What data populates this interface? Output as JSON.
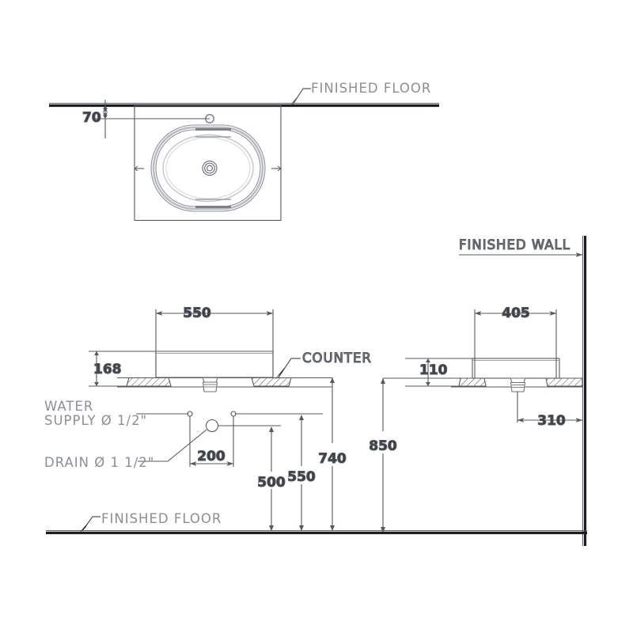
{
  "drawing": {
    "title": "Counter-top basin installation drawing",
    "units": "mm",
    "line_color": "#55595f",
    "heavy_color": "#1b1d20",
    "text_color": "#3a3f46",
    "note_color": "#8a8f96"
  },
  "notes": {
    "finished_floor_top": "FINISHED FLOOR",
    "finished_floor_bottom": "FINISHED FLOOR",
    "finished_wall": "FINISHED  WALL",
    "counter": "COUNTER",
    "water_supply_line1": "WATER",
    "water_supply_line2": "SUPPLY Ø 1/2\"",
    "drain": "DRAIN Ø 1 1/2\""
  },
  "dimensions": {
    "plan_faucet_offset": "70",
    "front_basin_width": "550",
    "front_basin_height": "168",
    "side_basin_width": "405",
    "side_basin_height": "110",
    "supply_spread": "200",
    "drain_to_floor": "500",
    "supply_to_floor": "550",
    "counter_to_floor": "740",
    "drain_from_wall": "310",
    "counter_top_height": "850"
  },
  "icons": {
    "drain_hole": "drain-circle-icon",
    "faucet_hole": "faucet-hole-icon",
    "supply_point": "supply-point-icon",
    "hatch": "hatch-pattern-icon"
  }
}
